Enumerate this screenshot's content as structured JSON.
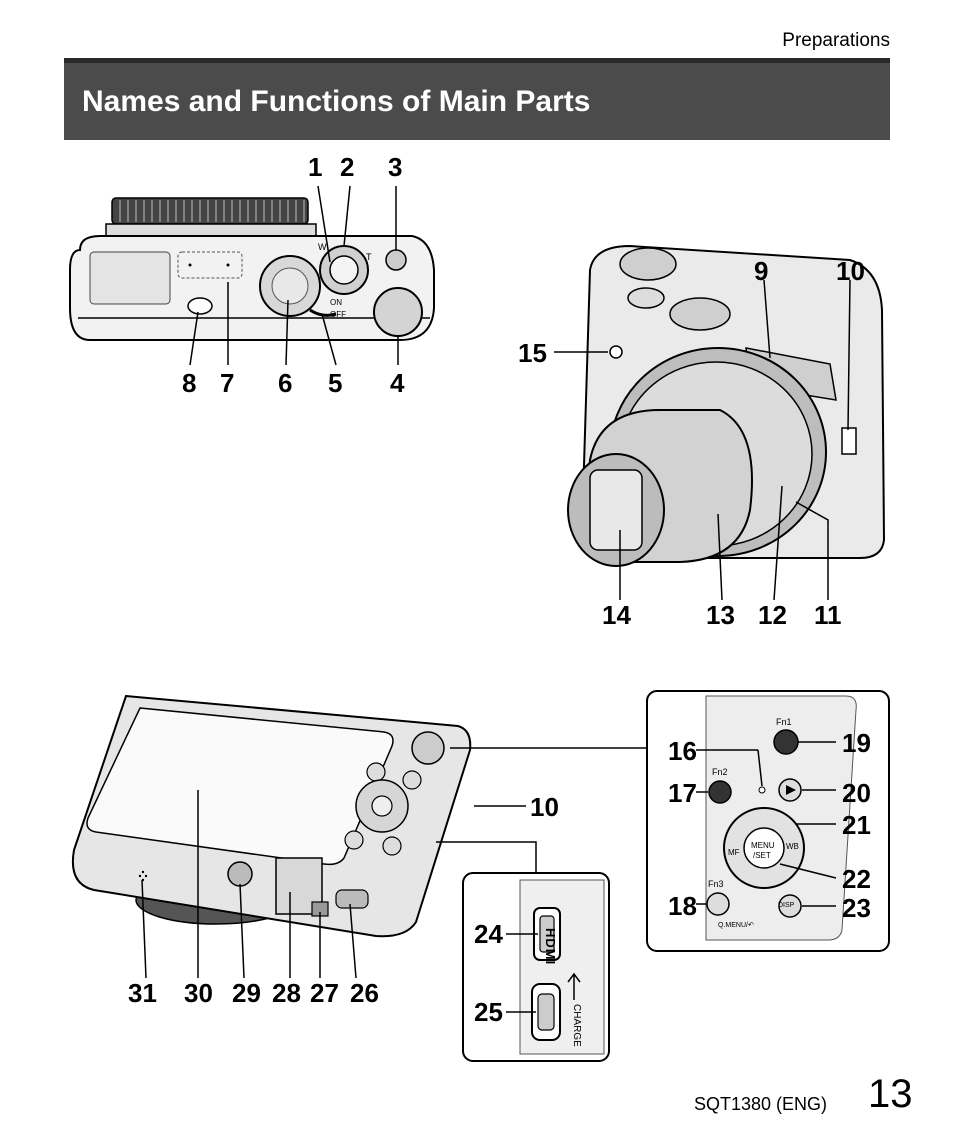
{
  "header": {
    "section": "Preparations",
    "title": "Names and Functions of Main Parts"
  },
  "top_view_labels": {
    "n1": "1",
    "n2": "2",
    "n3": "3",
    "n8": "8",
    "n7": "7",
    "n6": "6",
    "n5": "5",
    "n4": "4"
  },
  "top_view_markings": {
    "w": "W",
    "t": "T",
    "on": "ON",
    "off": "OFF"
  },
  "front_view_labels": {
    "n9": "9",
    "n10": "10",
    "n15": "15",
    "n14": "14",
    "n13": "13",
    "n12": "12",
    "n11": "11"
  },
  "rear_view_labels": {
    "n10": "10",
    "n31": "31",
    "n30": "30",
    "n29": "29",
    "n28": "28",
    "n27": "27",
    "n26": "26"
  },
  "button_panel_labels": {
    "n16": "16",
    "n17": "17",
    "n18": "18",
    "n19": "19",
    "n20": "20",
    "n21": "21",
    "n22": "22",
    "n23": "23"
  },
  "button_panel_markings": {
    "fn1": "Fn1",
    "fn2": "Fn2",
    "fn3": "Fn3",
    "menu": "MENU",
    "set": "/SET",
    "wb": "WB",
    "mf": "MF",
    "disp": "DISP",
    "qmenu": "Q.MENU/↶"
  },
  "port_panel_labels": {
    "n24": "24",
    "n25": "25"
  },
  "port_panel_markings": {
    "hdmi": "HDMI",
    "charge": "CHARGE"
  },
  "footer": {
    "code": "SQT1380 (ENG)",
    "page": "13"
  }
}
